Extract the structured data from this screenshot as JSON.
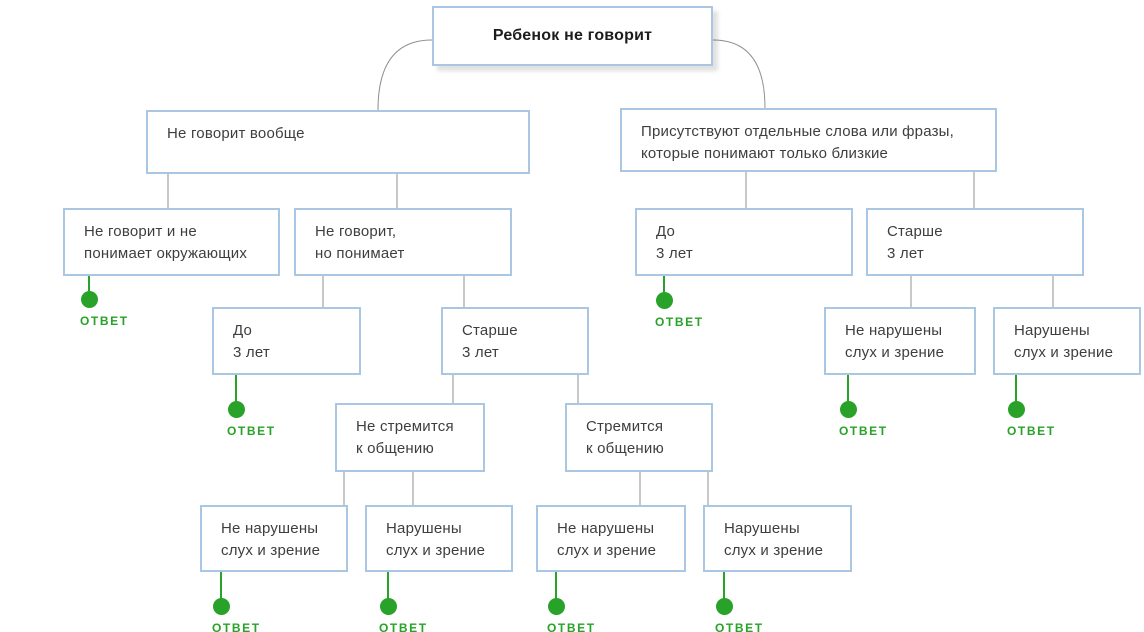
{
  "answer_label": "ОТВЕТ",
  "colors": {
    "accent_green": "#28a228",
    "box_border": "#a9c6e2",
    "connector": "#909090",
    "node_text": "#3e3e3e",
    "root_text": "#1c1c1c"
  },
  "nodes": {
    "root": "Ребенок не говорит",
    "no_speech_at_all": "Не говорит вообще",
    "separate_words": "Присутствуют отдельные слова или фразы,\nкоторые понимают только близкие",
    "no_speech_no_understanding": "Не говорит и не\nпонимает окружающих",
    "no_speech_but_understands": "Не говорит,\nно понимает",
    "under_3_left": "До\n3 лет",
    "over_3_left": "Старше\n3 лет",
    "under_3_right": "До\n3 лет",
    "over_3_right": "Старше\n3 лет",
    "not_seeking_communication": "Не стремится\nк общению",
    "seeking_communication": "Стремится\nк общению",
    "hearing_vision_ok_bottom1": "Не нарушены\nслух и зрение",
    "hearing_vision_impaired_bottom1": "Нарушены\nслух и зрение",
    "hearing_vision_ok_bottom2": "Не нарушены\nслух и зрение",
    "hearing_vision_impaired_bottom2": "Нарушены\nслух и зрение",
    "hearing_vision_ok_right": "Не нарушены\nслух и зрение",
    "hearing_vision_impaired_right": "Нарушены\nслух и зрение"
  }
}
